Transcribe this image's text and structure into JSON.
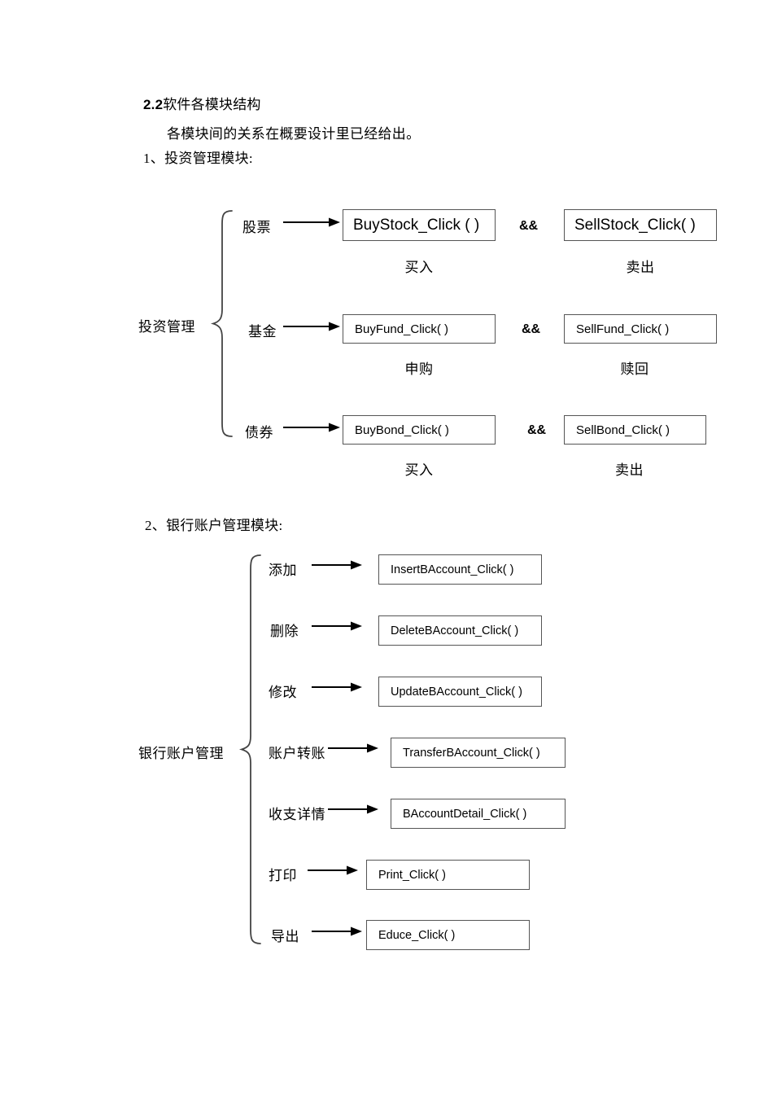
{
  "document": {
    "section_number": "2.2",
    "section_title": "软件各模块结构",
    "intro_paragraph": "各模块间的关系在概要设计里已经给出。",
    "module1_heading": "1、投资管理模块:",
    "module2_heading": "2、银行账户管理模块:"
  },
  "diagram1": {
    "root_label": "投资管理",
    "operator": "&&",
    "rows": [
      {
        "branch_label": "股票",
        "left_box": "BuyStock_Click ( )",
        "left_caption": "买入",
        "right_box": "SellStock_Click( )",
        "right_caption": "卖出"
      },
      {
        "branch_label": "基金",
        "left_box": "BuyFund_Click( )",
        "left_caption": "申购",
        "right_box": "SellFund_Click( )",
        "right_caption": "赎回"
      },
      {
        "branch_label": "债券",
        "left_box": "BuyBond_Click( )",
        "left_caption": "买入",
        "right_box": "SellBond_Click( )",
        "right_caption": "卖出"
      }
    ]
  },
  "diagram2": {
    "root_label": "银行账户管理",
    "rows": [
      {
        "branch_label": "添加",
        "box": "InsertBAccount_Click( )"
      },
      {
        "branch_label": "删除",
        "box": "DeleteBAccount_Click( )"
      },
      {
        "branch_label": "修改",
        "box": "UpdateBAccount_Click( )"
      },
      {
        "branch_label": "账户转账",
        "box": "TransferBAccount_Click( )"
      },
      {
        "branch_label": "收支详情",
        "box": "BAccountDetail_Click( )"
      },
      {
        "branch_label": "打印",
        "box": "Print_Click( )"
      },
      {
        "branch_label": "导出",
        "box": "Educe_Click( )"
      }
    ]
  },
  "colors": {
    "text": "#000000",
    "box_border": "#555555",
    "brace": "#444444",
    "arrow": "#000000",
    "page_background": "#ffffff"
  }
}
